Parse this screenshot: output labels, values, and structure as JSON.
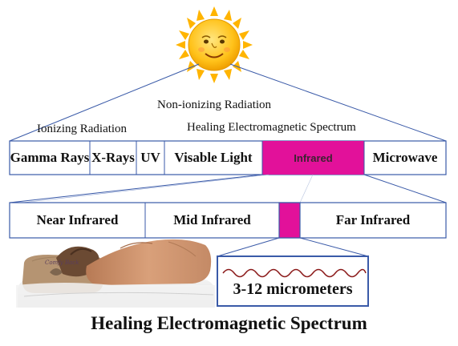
{
  "labels": {
    "non_ionizing": "Non-ionizing Radiation",
    "ionizing": "Ionizing Radiation",
    "healing_spectrum_header": "Healing Electromagnetic Spectrum"
  },
  "spectrum": {
    "bands": [
      "Gamma Rays",
      "X-Rays",
      "UV",
      "Visable Light",
      "Infrared",
      "Microwave"
    ],
    "highlight": "Infrared",
    "highlight_color": "#e2119a",
    "line_color": "#3a5aa8"
  },
  "infrared": {
    "bands": [
      "Near Infrared",
      "Mid Infrared",
      "Far Infrared"
    ],
    "highlight": "Far Infrared"
  },
  "wavelength": {
    "label": "3-12 micrometers",
    "wave_color": "#8b1a1a"
  },
  "pillow_text": "Comfy Back",
  "title": "Healing Electromagnetic Spectrum",
  "icons": [
    "sun-icon",
    "resting-woman-image",
    "wave-icon"
  ]
}
